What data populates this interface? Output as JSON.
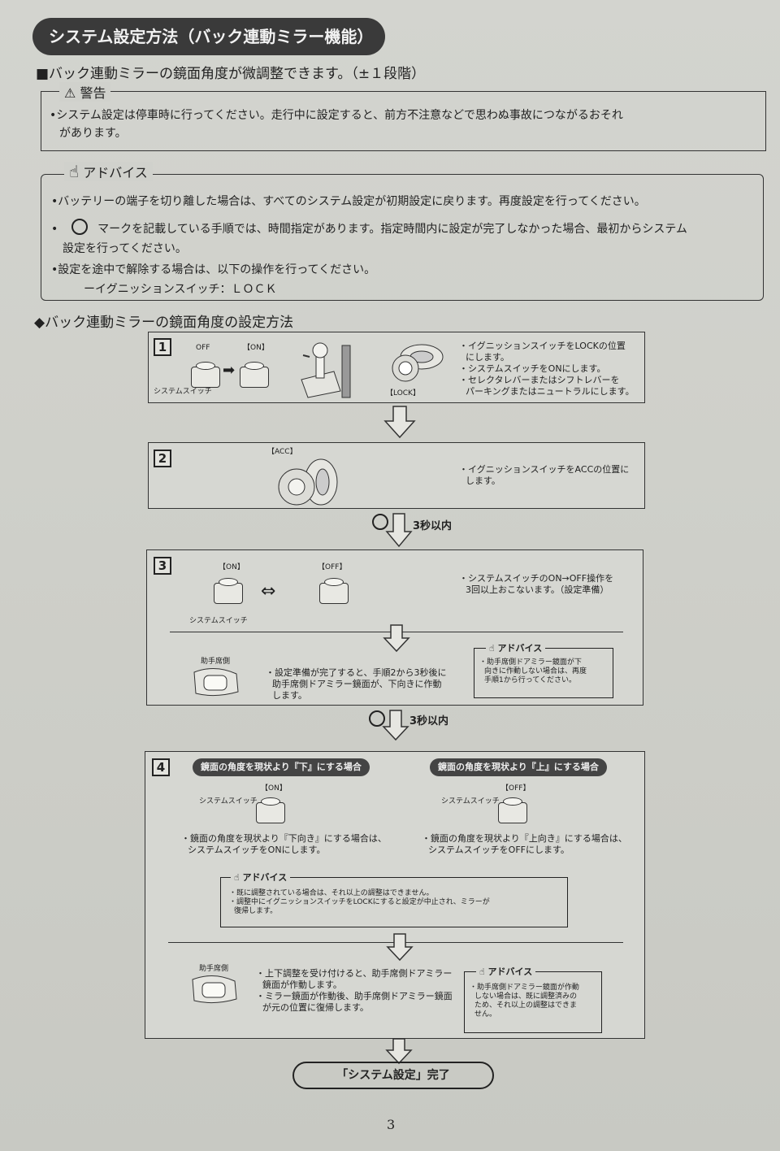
{
  "title": "システム設定方法（バック連動ミラー機能）",
  "subtitle": "■バック連動ミラーの鏡面角度が微調整できます。（±１段階）",
  "warning": {
    "label": "警告",
    "text": "•システム設定は停車時に行ってください。走行中に設定すると、前方不注意などで思わぬ事故につながるおそれ",
    "text2": "があります。"
  },
  "advice": {
    "label": "アドバイス",
    "items": [
      "•バッテリーの端子を切り離した場合は、すべてのシステム設定が初期設定に戻ります。再度設定を行ってください。",
      "マークを記載している手順では、時間指定があります。指定時間内に設定が完了しなかった場合、最初からシステム",
      "設定を行ってください。",
      "•設定を途中で解除する場合は、以下の操作を行ってください。",
      "ーイグニッションスイッチ：ＬＯＣＫ"
    ]
  },
  "section_title": "◆バック連動ミラーの鏡面角度の設定方法",
  "steps": {
    "s1": {
      "num": "1",
      "off": "OFF",
      "on": "【ON】",
      "switch_label": "システムスイッチ",
      "lock": "【LOCK】",
      "lines": [
        "・イグニッションスイッチをLOCKの位置",
        "にします。",
        "・システムスイッチをONにします。",
        "・セレクタレバーまたはシフトレバーを",
        "パーキングまたはニュートラルにします。"
      ]
    },
    "s2": {
      "num": "2",
      "acc": "【ACC】",
      "lines": [
        "・イグニッションスイッチをACCの位置に",
        "します。"
      ]
    },
    "timer1": "3秒以内",
    "s3": {
      "num": "3",
      "on": "【ON】",
      "off": "【OFF】",
      "switch_label": "システムスイッチ",
      "lines": [
        "・システムスイッチのON→OFF操作を",
        "3回以上おこないます。（設定準備）"
      ],
      "mirror_label": "助手席側",
      "desc": [
        "・設定準備が完了すると、手順2から3秒後に",
        "助手席側ドアミラー鏡面が、下向きに作動",
        "します。"
      ],
      "advice_label": "アドバイス",
      "advice": [
        "・助手席側ドアミラー鏡面が下",
        "向きに作動しない場合は、再度",
        "手順1から行ってください。"
      ]
    },
    "timer2": "3秒以内",
    "s4": {
      "num": "4",
      "left_pill": "鏡面の角度を現状より『下』にする場合",
      "right_pill": "鏡面の角度を現状より『上』にする場合",
      "on": "【ON】",
      "off": "【OFF】",
      "switch_label_l": "システムスイッチ",
      "switch_label_r": "システムスイッチ",
      "left_desc": [
        "・鏡面の角度を現状より『下向き』にする場合は、",
        "システムスイッチをONにします。"
      ],
      "right_desc": [
        "・鏡面の角度を現状より『上向き』にする場合は、",
        "システムスイッチをOFFにします。"
      ],
      "advice_label": "アドバイス",
      "advice": [
        "・既に調整されている場合は、それ以上の調整はできません。",
        "・調整中にイグニッションスイッチをLOCKにすると設定が中止され、ミラーが",
        "復帰します。"
      ],
      "mirror_label": "助手席側",
      "desc": [
        "・上下調整を受け付けると、助手席側ドアミラー",
        "鏡面が作動します。",
        "・ミラー鏡面が作動後、助手席側ドアミラー鏡面",
        "が元の位置に復帰します。"
      ],
      "advice2_label": "アドバイス",
      "advice2": [
        "・助手席側ドアミラー鏡面が作動",
        "しない場合は、既に調整済みの",
        "ため、それ以上の調整はできま",
        "せん。"
      ]
    }
  },
  "complete": "「システム設定」完了",
  "page_number": "3"
}
